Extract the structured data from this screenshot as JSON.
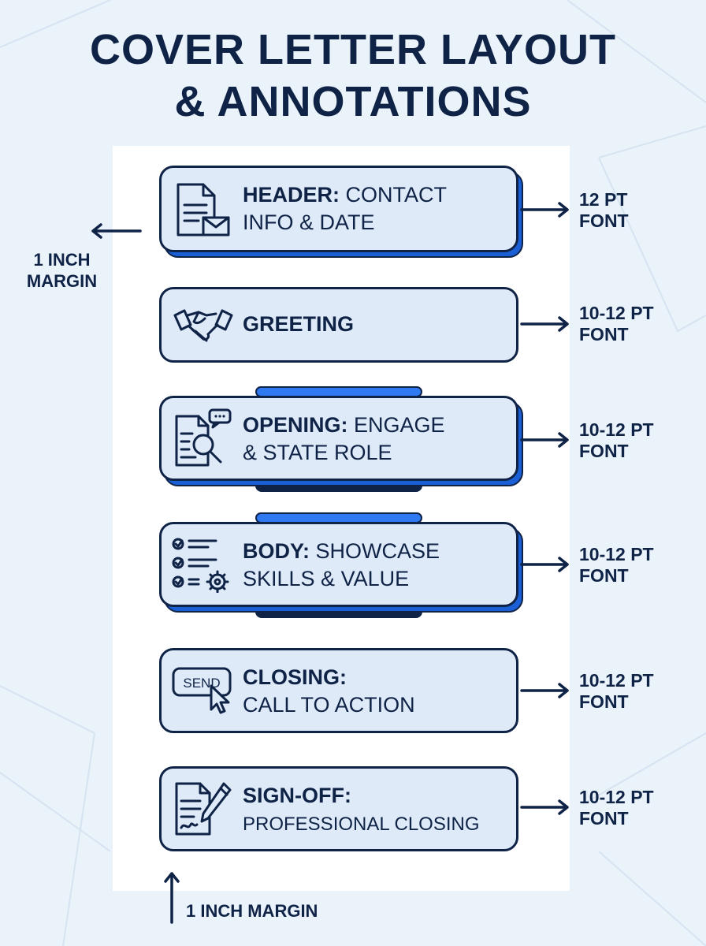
{
  "title": {
    "line1": "COVER LETTER LAYOUT",
    "line2": "& ANNOTATIONS"
  },
  "sections": [
    {
      "bold": "HEADER:",
      "text_a": "CONTACT",
      "text_b": "INFO & DATE",
      "font_note_a": "12 PT",
      "font_note_b": "FONT",
      "icon": "document-envelope-icon"
    },
    {
      "bold": "GREETING",
      "font_note_a": "10-12 PT",
      "font_note_b": "FONT",
      "icon": "handshake-icon"
    },
    {
      "bold": "OPENING:",
      "text_a": "ENGAGE",
      "text_b": "& STATE ROLE",
      "font_note_a": "10-12 PT",
      "font_note_b": "FONT",
      "icon": "document-search-icon"
    },
    {
      "bold": "BODY:",
      "text_a": "SHOWCASE",
      "text_b": "SKILLS & VALUE",
      "font_note_a": "10-12 PT",
      "font_note_b": "FONT",
      "icon": "checklist-gear-icon"
    },
    {
      "bold": "CLOSING:",
      "text_b": "CALL TO ACTION",
      "font_note_a": "10-12 PT",
      "font_note_b": "FONT",
      "icon": "send-button-icon",
      "icon_text": "SEND"
    },
    {
      "bold": "SIGN-OFF:",
      "text_b": "PROFESSIONAL CLOSING",
      "font_note_a": "10-12 PT",
      "font_note_b": "FONT",
      "icon": "signature-pen-icon"
    }
  ],
  "margins": {
    "side_a": "1 INCH",
    "side_b": "MARGIN",
    "bottom": "1 INCH MARGIN"
  },
  "colors": {
    "navy": "#0f2347",
    "accent": "#1a5fd6",
    "card": "#dfeaf8",
    "background": "#eaf2fa"
  }
}
